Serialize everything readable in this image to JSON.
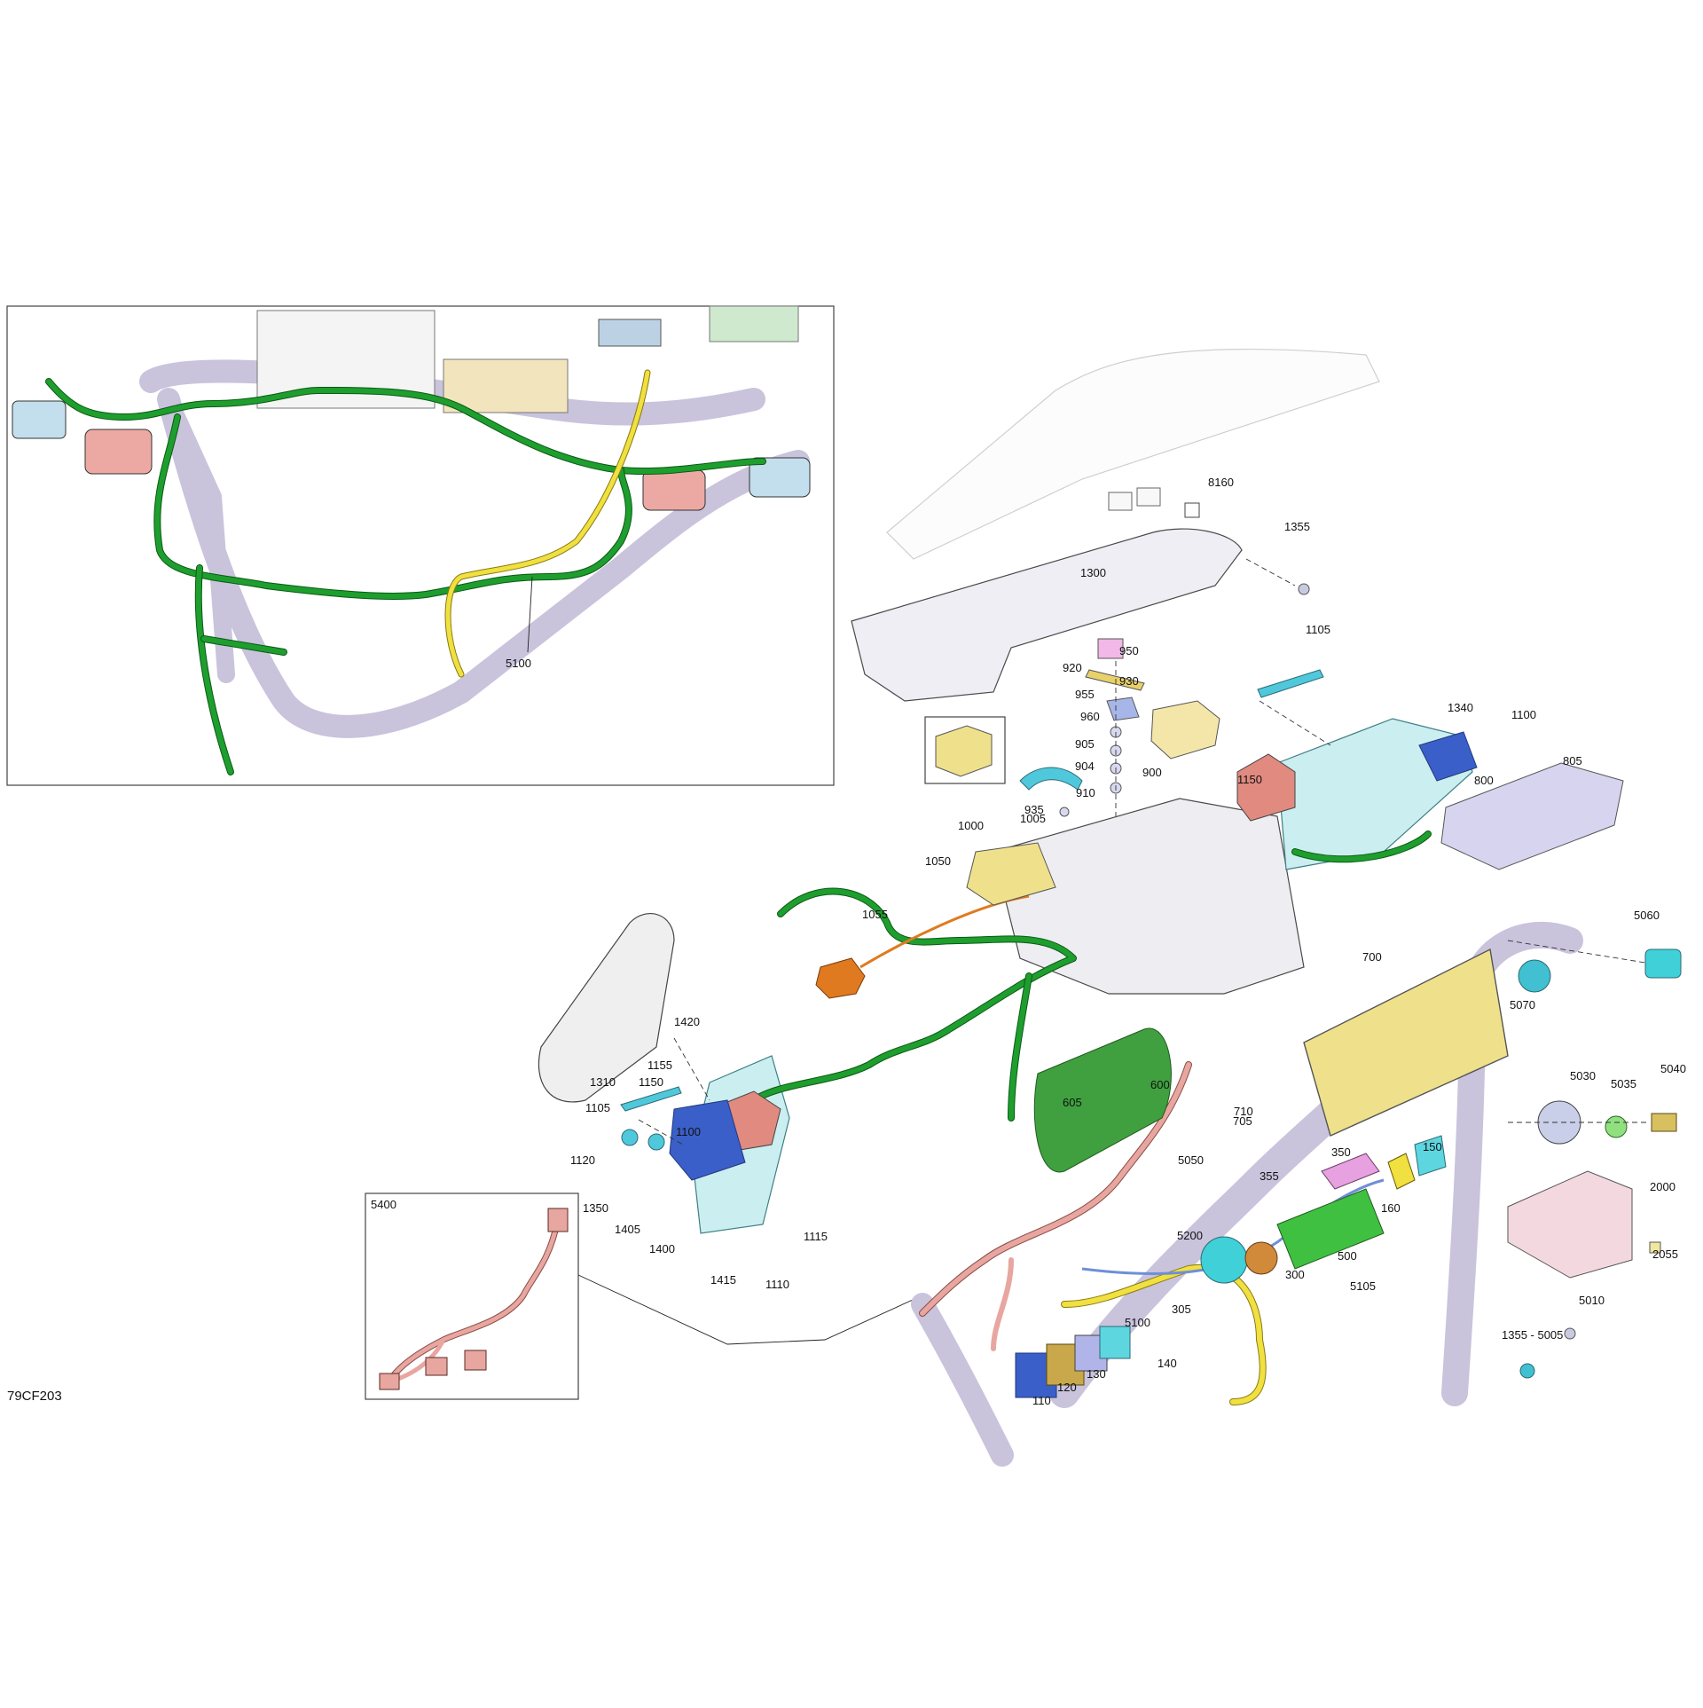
{
  "diagram": {
    "ref_code": "79CF203",
    "inset_top": {
      "label": "5100"
    },
    "inset_bottom": {
      "label": "5400"
    },
    "colors": {
      "harness_green": "#1e9e2e",
      "harness_yellow": "#f0e040",
      "harness_pink": "#e8a6a0",
      "harness_orange": "#e07a20",
      "connector_blue": "#3a5fc8",
      "connector_red": "#e08a80",
      "connector_cyan": "#40d0d8",
      "connector_green": "#40c040",
      "screen_yellow": "#efe08c",
      "frame_lavender": "#ddd8ee",
      "cover_pink": "#f3d9df"
    },
    "callouts": [
      "8160",
      "1355",
      "1300",
      "950",
      "920",
      "930",
      "1105",
      "955",
      "960",
      "1340",
      "1100",
      "905",
      "805",
      "904",
      "900",
      "1150",
      "910",
      "800",
      "935",
      "1005",
      "1000",
      "1050",
      "1055",
      "5060",
      "700",
      "5070",
      "1420",
      "1155",
      "1150",
      "1310",
      "1105",
      "1100",
      "600",
      "605",
      "710",
      "705",
      "5030",
      "5035",
      "5040",
      "1120",
      "5050",
      "150",
      "350",
      "1350",
      "1405",
      "355",
      "160",
      "2000",
      "1400",
      "5200",
      "2055",
      "1115",
      "300",
      "500",
      "1415",
      "1110",
      "5105",
      "305",
      "5010",
      "5100",
      "140",
      "1355 - 5005",
      "130",
      "120",
      "110"
    ]
  }
}
